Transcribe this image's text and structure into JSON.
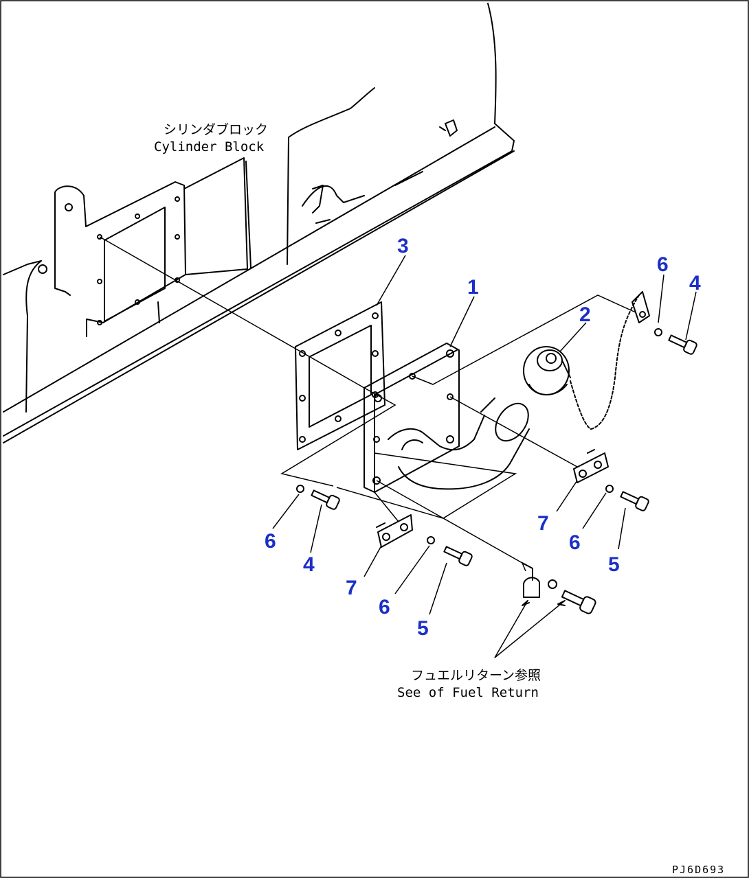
{
  "annotations": {
    "cylinder_block_jp": "シリンダブロック",
    "cylinder_block_en": "Cylinder Block",
    "fuel_return_jp": "フュエルリターン参照",
    "fuel_return_en": "See of Fuel Return"
  },
  "drawing_code": "PJ6D693",
  "callouts": [
    "3",
    "1",
    "2",
    "6",
    "4",
    "6",
    "4",
    "7",
    "6",
    "5",
    "7",
    "6",
    "5"
  ],
  "colors": {
    "callout": "#1c2fc8",
    "line": "#000000",
    "background": "#ffffff"
  }
}
